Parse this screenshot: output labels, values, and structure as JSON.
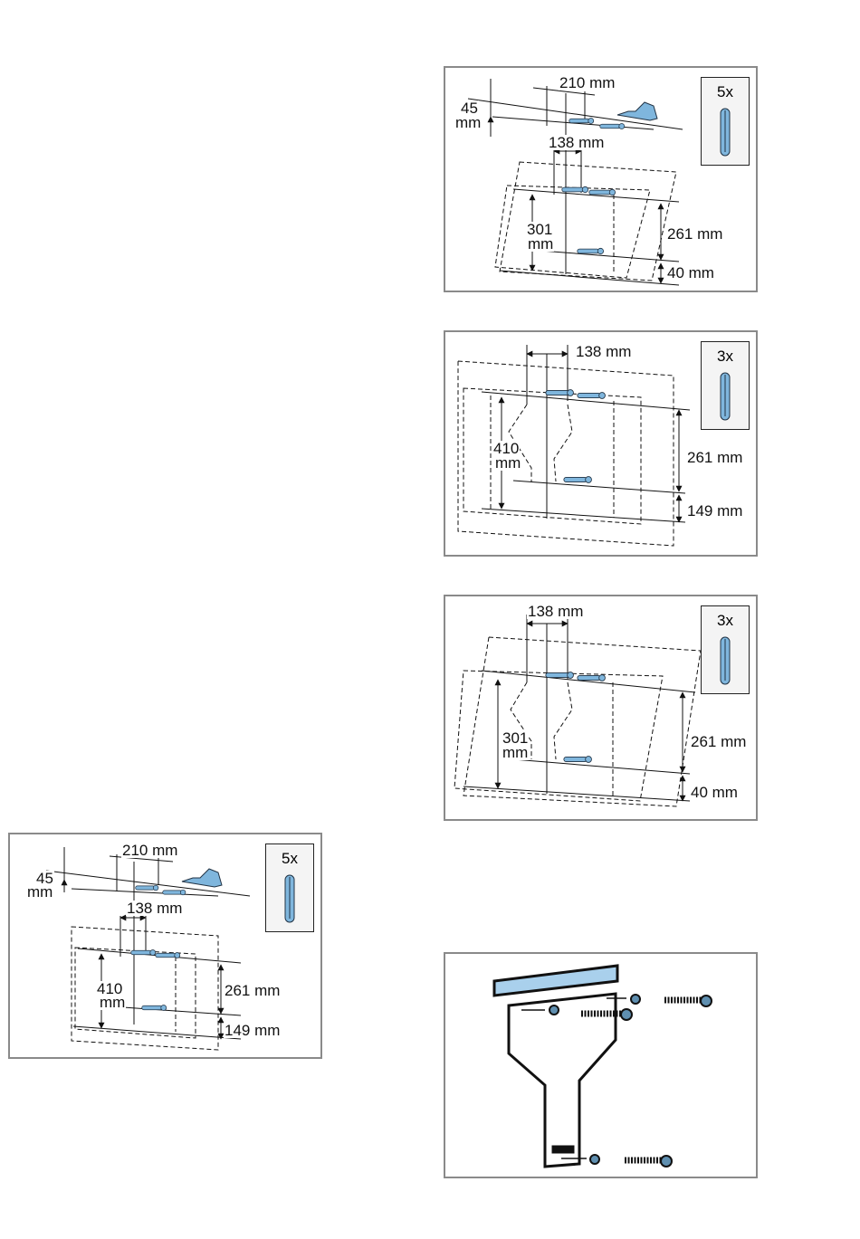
{
  "colors": {
    "frame": "#8a8a8a",
    "dowel": "#7fb6dd",
    "line": "#111111"
  },
  "panels": [
    {
      "name": "mounting-301-with-bracket",
      "quantity": "5x",
      "labels": {
        "top_width": "210 mm",
        "offset_value": "45",
        "offset_unit": "mm",
        "spacing": "138 mm",
        "height_value": "301",
        "height_unit": "mm",
        "vertical": "261 mm",
        "bottom": "40 mm"
      }
    },
    {
      "name": "mounting-410",
      "quantity": "3x",
      "labels": {
        "spacing": "138 mm",
        "height_value": "410",
        "height_unit": "mm",
        "vertical": "261 mm",
        "bottom": "149 mm"
      }
    },
    {
      "name": "mounting-301",
      "quantity": "3x",
      "labels": {
        "spacing": "138 mm",
        "height_value": "301",
        "height_unit": "mm",
        "vertical": "261 mm",
        "bottom": "40 mm"
      }
    },
    {
      "name": "mounting-410-with-bracket",
      "quantity": "5x",
      "labels": {
        "top_width": "210 mm",
        "offset_value": "45",
        "offset_unit": "mm",
        "spacing": "138 mm",
        "height_value": "410",
        "height_unit": "mm",
        "vertical": "261 mm",
        "bottom": "149 mm"
      }
    },
    {
      "name": "bracket-installation"
    }
  ]
}
